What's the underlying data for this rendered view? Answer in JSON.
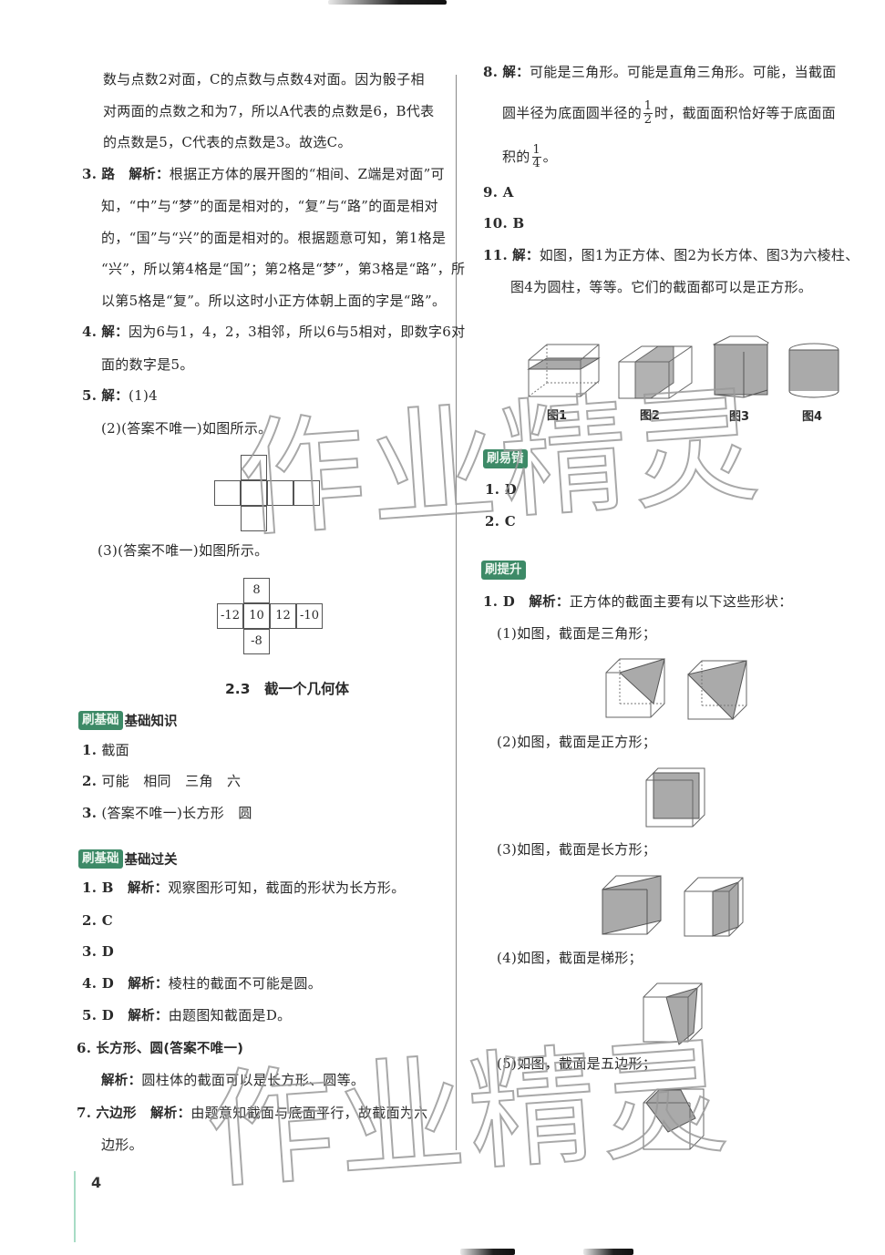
{
  "page": {
    "number": "4",
    "watermark": "作业精灵",
    "accent_color": "#3d8a67",
    "page_bar_color": "#a8dcc5"
  },
  "left": {
    "cont_lines": [
      "数与点数2对面，C的点数与点数4对面。因为骰子相",
      "对两面的点数之和为7，所以A代表的点数是6，B代表",
      "的点数是5，C代表的点数是3。故选C。"
    ],
    "q3": {
      "num": "3.",
      "answer": "路",
      "kw": "解析：",
      "lines": [
        "根据正方体的展开图的“相间、Z端是对面”可",
        "知，“中”与“梦”的面是相对的，“复”与“路”的面是相对",
        "的，“国”与“兴”的面是相对的。根据题意可知，第1格是",
        "“兴”，所以第4格是“国”；第2格是“梦”，第3格是“路”，所",
        "以第5格是“复”。所以这时小正方体朝上面的字是“路”。"
      ]
    },
    "q4": {
      "num": "4.",
      "kw": "解：",
      "lines": [
        "因为6与1，4，2，3相邻，所以6与5相对，即数字6对",
        "面的数字是5。"
      ]
    },
    "q5": {
      "num": "5.",
      "kw": "解：",
      "part1": "(1)4",
      "part2": "(2)(答案不唯一)如图所示。",
      "part3": "(3)(答案不唯一)如图所示。",
      "net_values": {
        "top": "8",
        "row": [
          "-12",
          "10",
          "12",
          "-10"
        ],
        "bottom": "-8"
      }
    },
    "section_title": "2.3　截一个几何体",
    "basic_knowledge": {
      "tag": "刷基础",
      "title": "基础知识",
      "items": [
        {
          "num": "1.",
          "text": "截面"
        },
        {
          "num": "2.",
          "text": "可能　相同　三角　六"
        },
        {
          "num": "3.",
          "text": "(答案不唯一)长方形　圆"
        }
      ]
    },
    "basic_pass": {
      "tag": "刷基础",
      "title": "基础过关",
      "items": [
        {
          "num": "1. B",
          "kw": "解析：",
          "text": "观察图形可知，截面的形状为长方形。"
        },
        {
          "num": "2. C",
          "kw": "",
          "text": ""
        },
        {
          "num": "3. D",
          "kw": "",
          "text": ""
        },
        {
          "num": "4. D",
          "kw": "解析：",
          "text": "棱柱的截面不可能是圆。"
        },
        {
          "num": "5. D",
          "kw": "解析：",
          "text": "由题图知截面是D。"
        }
      ],
      "q6": {
        "num": "6.",
        "answer": "长方形、圆(答案不唯一)",
        "kw": "解析：",
        "text": "圆柱体的截面可以是长方形、圆等。"
      },
      "q7": {
        "num": "7.",
        "answer": "六边形",
        "kw": "解析：",
        "lines": [
          "由题意知截面与底面平行，故截面为六",
          "边形。"
        ]
      }
    }
  },
  "right": {
    "q8": {
      "num": "8.",
      "kw": "解：",
      "line1": "可能是三角形。可能是直角三角形。可能，当截面",
      "line2_pre": "圆半径为底面圆半径的",
      "frac1": {
        "n": "1",
        "d": "2"
      },
      "line2_post": "时，截面面积恰好等于底面面",
      "line3_pre": "积的",
      "frac2": {
        "n": "1",
        "d": "4"
      },
      "line3_post": "。"
    },
    "q9": {
      "num": "9. A"
    },
    "q10": {
      "num": "10. B"
    },
    "q11": {
      "num": "11.",
      "kw": "解：",
      "lines": [
        "如图，图1为正方体、图2为长方体、图3为六棱柱、",
        "图4为圆柱，等等。它们的截面都可以是正方形。"
      ],
      "figures": [
        "图1",
        "图2",
        "图3",
        "图4"
      ]
    },
    "easy_mistake": {
      "tag": "刷易错",
      "items": [
        "1. D",
        "2. C"
      ]
    },
    "improve": {
      "tag": "刷提升",
      "q1": {
        "num": "1. D",
        "kw": "解析：",
        "text": "正方体的截面主要有以下这些形状："
      },
      "cases": [
        "(1)如图，截面是三角形；",
        "(2)如图，截面是正方形；",
        "(3)如图，截面是长方形；",
        "(4)如图，截面是梯形；",
        "(5)如图，截面是五边形；"
      ]
    }
  }
}
